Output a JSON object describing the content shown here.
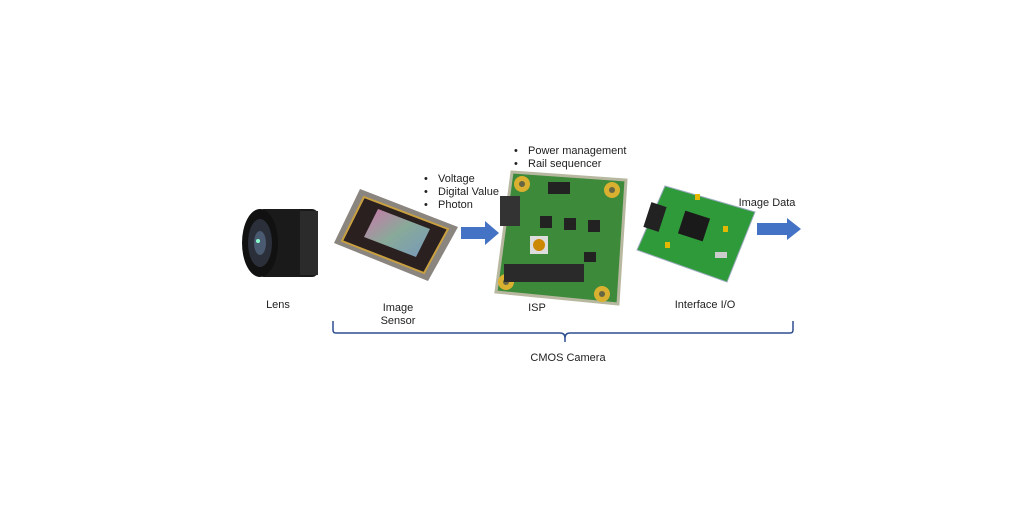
{
  "components": {
    "lens": {
      "label": "Lens"
    },
    "sensor": {
      "label_line1": "Image",
      "label_line2": "Sensor"
    },
    "isp": {
      "label": "ISP"
    },
    "interface": {
      "label": "Interface I/O"
    }
  },
  "sensor_outputs": [
    "Voltage",
    "Digital Value",
    "Photon"
  ],
  "isp_features": [
    "Power management",
    "Rail sequencer"
  ],
  "output_label": "Image Data",
  "group_label": "CMOS Camera",
  "colors": {
    "arrow": "#4472c4",
    "bracket": "#2f4f8f",
    "pcb": "#3a8a3a"
  }
}
